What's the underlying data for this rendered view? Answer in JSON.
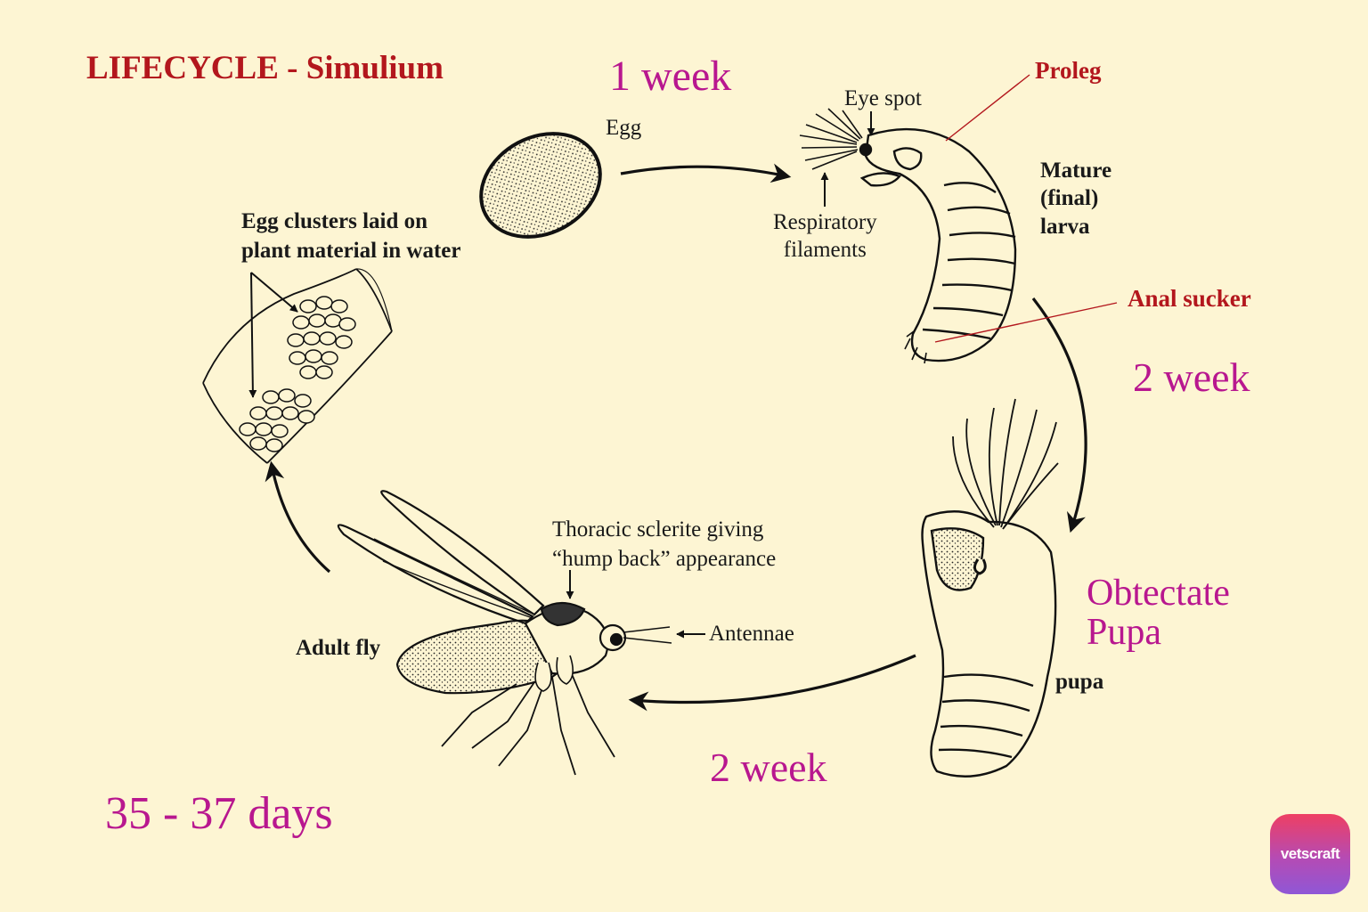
{
  "title": "LIFECYCLE - Simulium",
  "durations": {
    "egg_to_larva": "1 week",
    "larva_to_pupa": "2 week",
    "pupa_to_adult": "2 week",
    "total": "35 - 37 days"
  },
  "labels": {
    "egg": "Egg",
    "eye_spot": "Eye spot",
    "proleg": "Proleg",
    "mature_larva": "Mature\n(final)\nlarva",
    "respiratory_filaments": "Respiratory\nfilaments",
    "anal_sucker": "Anal sucker",
    "obtectate_pupa": "Obtectate\nPupa",
    "pupa": "pupa",
    "egg_clusters": "Egg clusters laid on\nplant material in water",
    "thoracic_sclerite": "Thoracic sclerite giving\n“hump back” appearance",
    "antennae": "Antennae",
    "adult_fly": "Adult fly"
  },
  "logo": {
    "text": "vetscraft"
  },
  "colors": {
    "background": "#fdf5d3",
    "title_red": "#b3171d",
    "duration_magenta": "#b8178f",
    "ink": "#1a1a1a"
  }
}
